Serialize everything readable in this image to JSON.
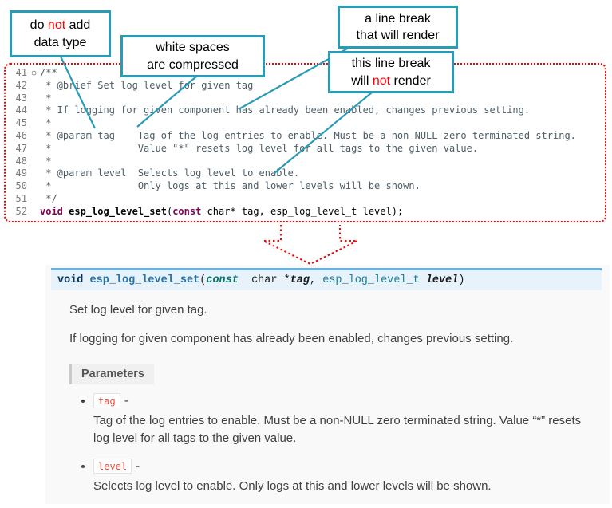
{
  "callouts": {
    "c1": {
      "t1": "do ",
      "t2": "not",
      "t3": " add",
      "l2": "data type"
    },
    "c2": {
      "l1": "white spaces",
      "l2": "are compressed"
    },
    "c3": {
      "l1": "a line break",
      "l2": "that will render"
    },
    "c4": {
      "l1": "this line break",
      "t1": "will ",
      "t2": "not",
      "t3": " render"
    }
  },
  "editor": {
    "lines": [
      {
        "num": "41",
        "fold": "⊖",
        "text": "/**"
      },
      {
        "num": "42",
        "text": " * @brief Set log level for given tag"
      },
      {
        "num": "43",
        "text": " *"
      },
      {
        "num": "44",
        "text": " * If logging for given component has already been enabled, changes previous setting."
      },
      {
        "num": "45",
        "text": " *"
      },
      {
        "num": "46",
        "text": " * @param tag    Tag of the log entries to enable. Must be a non-NULL zero terminated string."
      },
      {
        "num": "47",
        "text": " *               Value \"*\" resets log level for all tags to the given value."
      },
      {
        "num": "48",
        "text": " *"
      },
      {
        "num": "49",
        "text": " * @param level  Selects log level to enable."
      },
      {
        "num": "50",
        "text": " *               Only logs at this and lower levels will be shown."
      },
      {
        "num": "51",
        "text": " */"
      }
    ],
    "decl": {
      "num": "52",
      "kw1": "void ",
      "name": "esp_log_level_set",
      "p1": "(",
      "kw2": "const",
      "rest": " char* tag, esp_log_level_t level);"
    }
  },
  "doc": {
    "signature": {
      "ret": "void ",
      "name": "esp_log_level_set",
      "p1": "(",
      "kw": "const",
      "mid": "  char *",
      "arg1": "tag",
      "comma": ", ",
      "type2": "esp_log_level_t ",
      "arg2": "level",
      "p2": ")"
    },
    "p1": "Set log level for given tag.",
    "p2": "If logging for given component has already been enabled, changes previous setting.",
    "parameters_label": "Parameters",
    "params": [
      {
        "name": "tag",
        "dash": "-",
        "desc": "Tag of the log entries to enable. Must be a non-NULL zero terminated string. Value “*” resets log level for all tags to the given value."
      },
      {
        "name": "level",
        "dash": "-",
        "desc": "Selects log level to enable. Only logs at this and lower levels will be shown."
      }
    ]
  },
  "colors": {
    "callout_border": "#2a9bb7",
    "annotation_red": "#ff0000",
    "keyword": "#7f0055",
    "signature_bg": "#e7f2fa",
    "signature_border": "#6ab0de",
    "param_literal": "#e74c3c"
  }
}
